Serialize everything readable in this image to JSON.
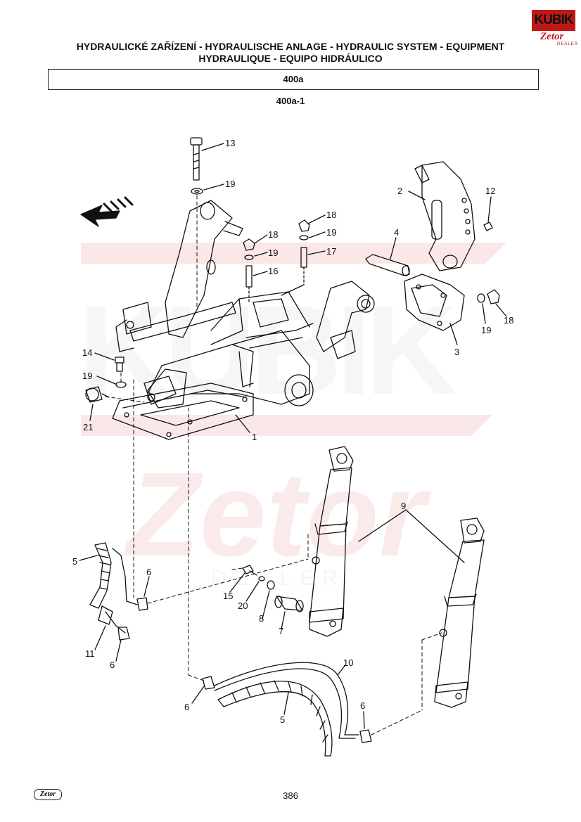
{
  "header": {
    "title_line1": "HYDRAULICKÉ ZAŘÍZENÍ - HYDRAULISCHE ANLAGE - HYDRAULIC SYSTEM - EQUIPMENT",
    "title_line2": "HYDRAULIQUE - EQUIPO HIDRÁULICO",
    "section_code": "400a",
    "subsection_code": "400a-1"
  },
  "logo": {
    "brand": "KUBIK",
    "sub_brand": "Zetor",
    "sub_label": "DEALER"
  },
  "watermark": {
    "brand": "KUBIK",
    "sub_brand": "Zetor",
    "sub_label": "DEALER"
  },
  "callouts": [
    "13",
    "19",
    "2",
    "12",
    "18",
    "19",
    "17",
    "18",
    "19",
    "16",
    "4",
    "14",
    "19",
    "21",
    "1",
    "3",
    "19",
    "18",
    "9",
    "5",
    "6",
    "15",
    "20",
    "8",
    "7",
    "11",
    "6",
    "10",
    "6",
    "5",
    "6"
  ],
  "footer": {
    "brand_mark": "Zetor",
    "page_number": "386"
  },
  "colors": {
    "ink": "#111111",
    "accent": "#c01818",
    "watermark": "#f3c8c8"
  }
}
